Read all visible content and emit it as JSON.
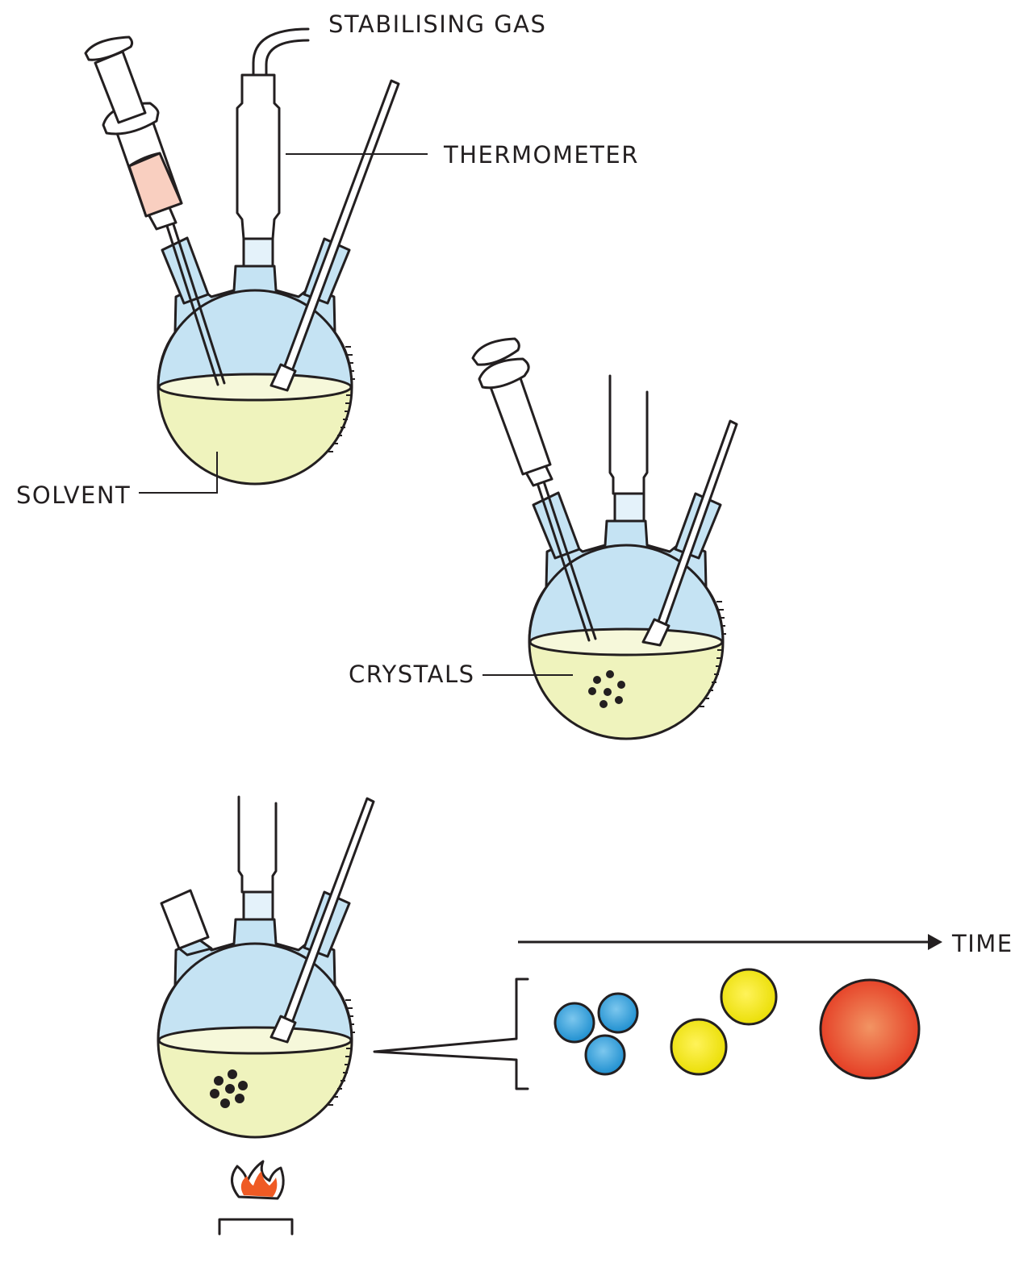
{
  "labels": {
    "stabilising_gas": "STABILISING GAS",
    "thermometer": "THERMOMETER",
    "solvent": "SOLVENT",
    "crystals": "CRYSTALS",
    "time": "TIME"
  },
  "colors": {
    "glass": "#c5e3f3",
    "solvent": "#eff3bd",
    "solvent_surface": "#f6f8da",
    "syringe_liquid": "#f9cfc0",
    "outline": "#231f20",
    "small_particle": "#2b9ad6",
    "medium_particle": "#f4ea0c",
    "large_particle": "#e8422a",
    "flame": "#ef5a24"
  },
  "particle_stages": [
    {
      "name": "small",
      "count": 3
    },
    {
      "name": "medium",
      "count": 2
    },
    {
      "name": "large",
      "count": 1
    }
  ]
}
